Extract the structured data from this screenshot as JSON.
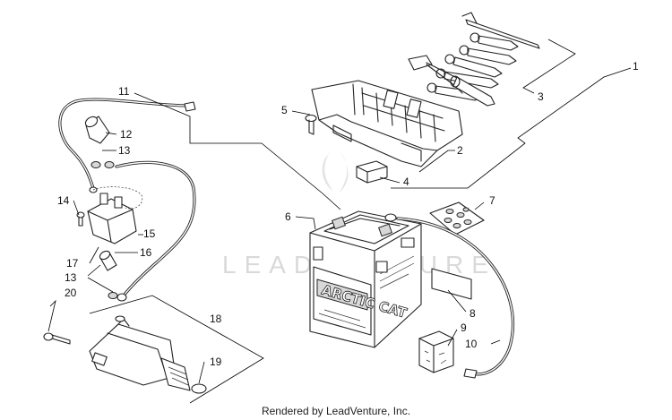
{
  "diagram": {
    "callouts": [
      "1",
      "2",
      "3",
      "4",
      "5",
      "6",
      "7",
      "8",
      "9",
      "10",
      "11",
      "12",
      "13",
      "13",
      "14",
      "15",
      "16",
      "17",
      "20",
      "13",
      "18",
      "19"
    ],
    "battery_brand": "ARCTIC CAT",
    "watermark": "LEADVENTURE"
  },
  "footer": {
    "text": "Rendered by LeadVenture, Inc."
  }
}
